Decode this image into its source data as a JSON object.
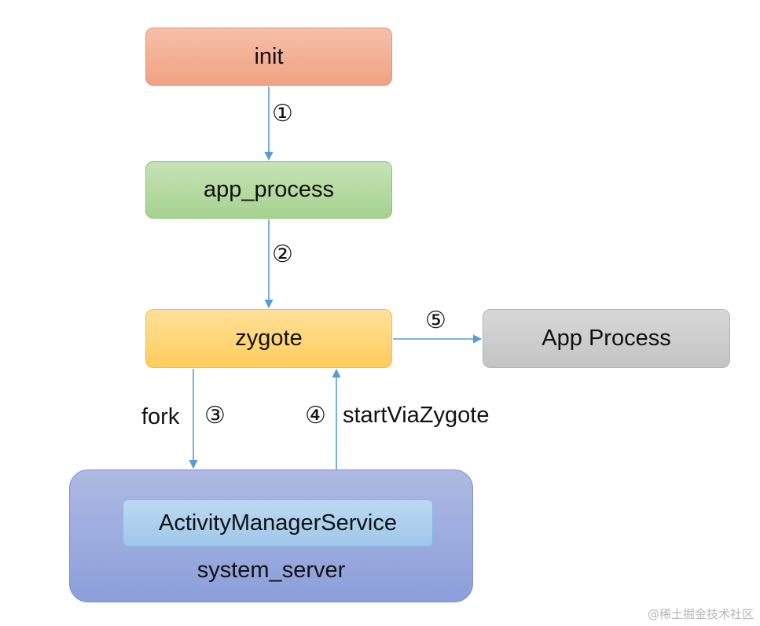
{
  "nodes": {
    "init": "init",
    "app_process": "app_process",
    "zygote": "zygote",
    "app_proc": "App Process",
    "ams": "ActivityManagerService",
    "system_server": "system_server"
  },
  "steps": {
    "s1": "①",
    "s2": "②",
    "s3": "③",
    "s4": "④",
    "s5": "⑤"
  },
  "edge_labels": {
    "fork": "fork",
    "start_via_zygote": "startViaZygote"
  },
  "colors": {
    "arrow": "#5b9bd5"
  },
  "watermark": "@稀土掘金技术社区"
}
